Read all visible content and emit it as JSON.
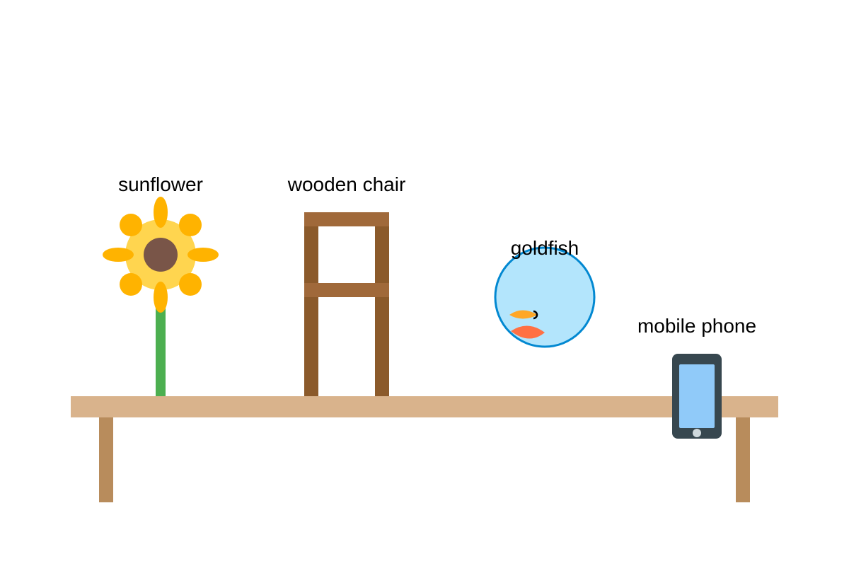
{
  "scene": {
    "labels": {
      "sunflower": "sunflower",
      "chair": "wooden chair",
      "goldfish": "goldfish",
      "phone": "mobile phone"
    }
  },
  "colors": {
    "background": "#ffffff",
    "table_top": "#d9b38c",
    "table_leg": "#b88c5c",
    "stem": "#4caf50",
    "petal": "#ffb300",
    "flower_head": "#ffd54f",
    "flower_center": "#795548",
    "chair_frame": "#8b5a2b",
    "chair_rail": "#a0693a",
    "bowl_water": "#b3e5fc",
    "bowl_rim": "#0288d1",
    "fish_small": "#ffa726",
    "fish_large": "#ff7043",
    "phone_body": "#37474f",
    "phone_screen": "#90caf9",
    "phone_button": "#cfd8dc"
  },
  "icons": [
    "sunflower-icon",
    "chair-icon",
    "goldfish-icon",
    "phone-icon",
    "table-icon"
  ]
}
